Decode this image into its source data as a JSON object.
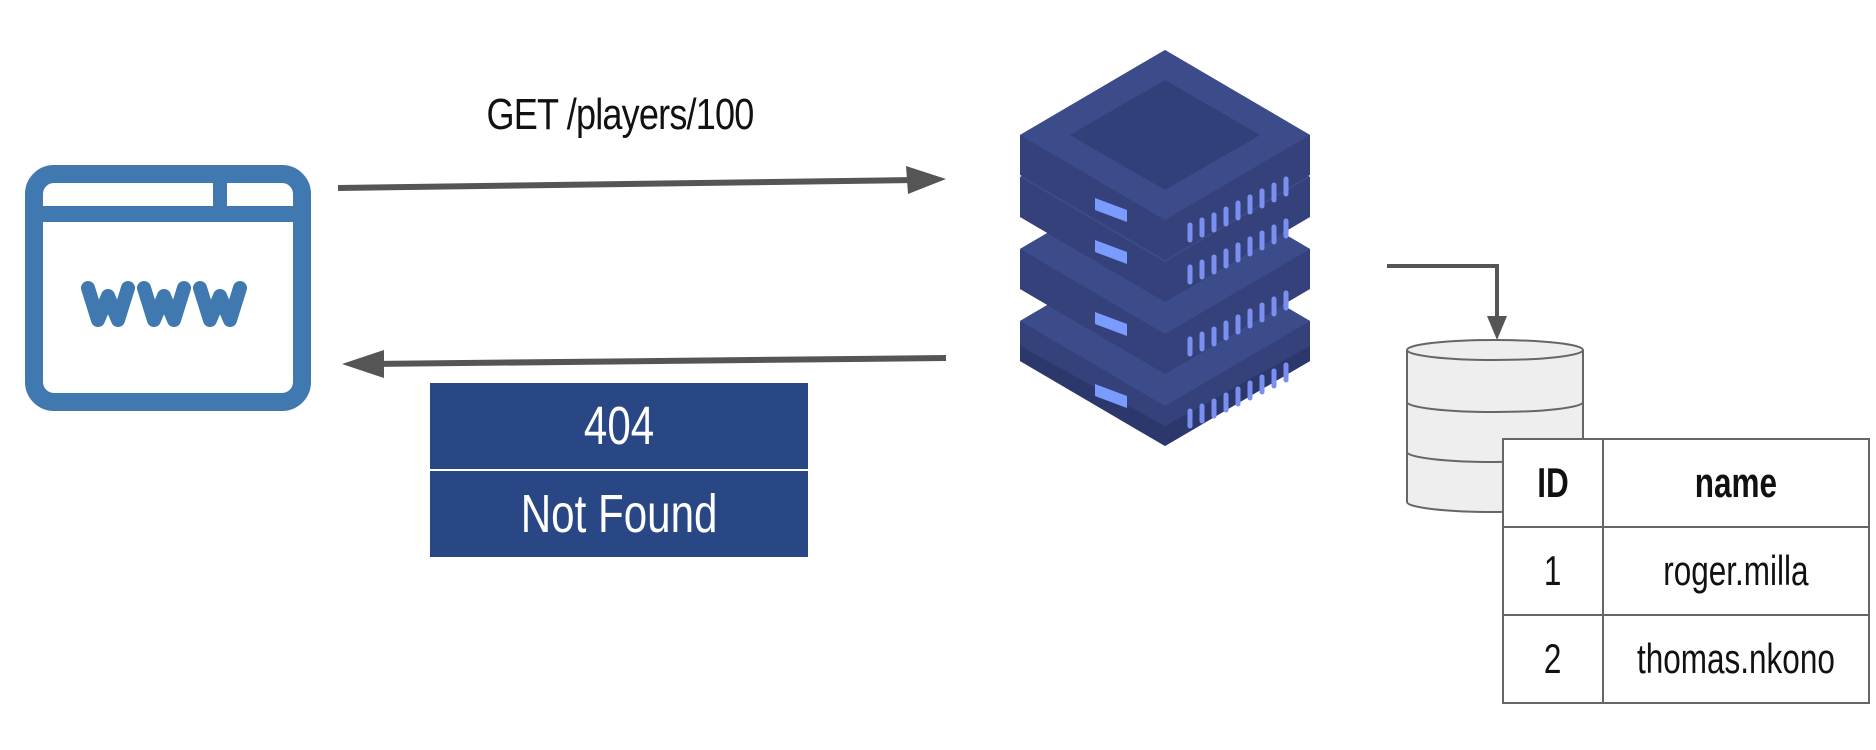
{
  "request": {
    "label": "GET /players/100"
  },
  "response": {
    "code": "404",
    "text": "Not Found"
  },
  "table": {
    "headers": [
      "ID",
      "name"
    ],
    "rows": [
      [
        "1",
        "roger.milla"
      ],
      [
        "2",
        "thomas.nkono"
      ]
    ]
  },
  "icons": {
    "client": "browser-www-icon",
    "server": "server-stack-icon",
    "database": "database-icon"
  },
  "colors": {
    "browser_blue": "#3f79b0",
    "server_dark": "#36457c",
    "server_light": "#7a8ff0",
    "status_fill": "#294784",
    "arrow": "#555555",
    "db_fill": "#eeeeee"
  }
}
